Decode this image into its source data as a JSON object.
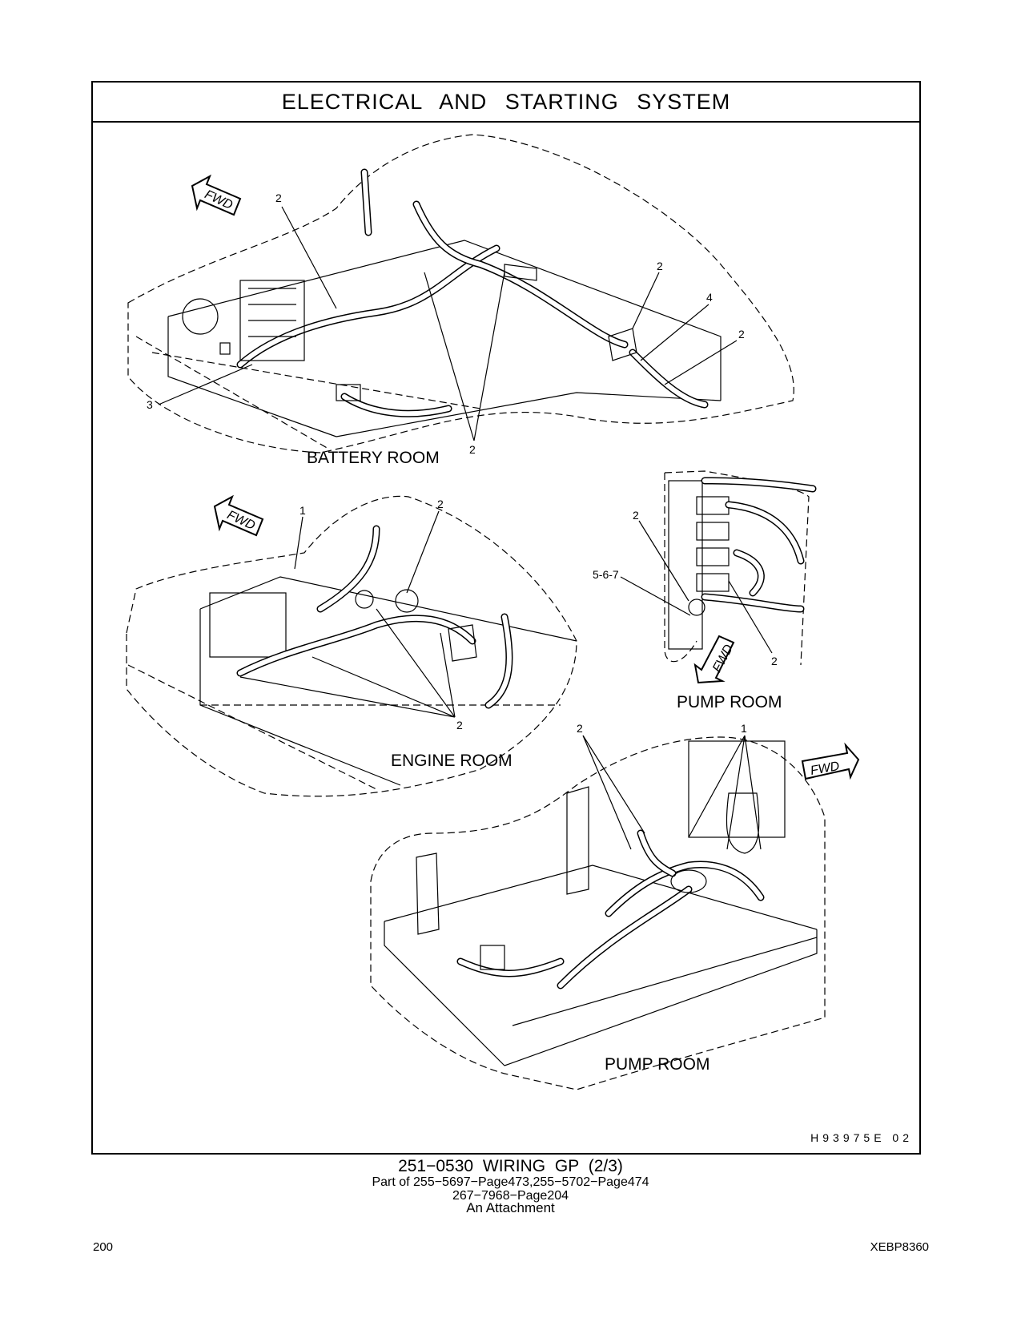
{
  "header": {
    "title": "ELECTRICAL   AND   STARTING   SYSTEM"
  },
  "views": {
    "battery_room": {
      "label": "BATTERY  ROOM",
      "fwd": "FWD",
      "callouts": [
        "2",
        "2",
        "4",
        "2",
        "3",
        "2"
      ]
    },
    "engine_room": {
      "label": "ENGINE  ROOM",
      "fwd": "FWD",
      "callouts": [
        "1",
        "2",
        "2"
      ]
    },
    "pump_room_upper": {
      "label": "PUMP  ROOM",
      "fwd": "FWD",
      "callouts": [
        "2",
        "5-6-7",
        "2"
      ]
    },
    "pump_room_lower": {
      "label": "PUMP  ROOM",
      "fwd": "FWD",
      "callouts": [
        "2",
        "1"
      ]
    }
  },
  "figure_code": "H93975E   02",
  "caption": {
    "main": "251−0530   WIRING  GP (2/3)",
    "line2": "Part of 255−5697−Page473,255−5702−Page474",
    "line3": "267−7968−Page204",
    "line4": "An Attachment"
  },
  "footer": {
    "page_number": "200",
    "doc_id": "XEBP8360"
  }
}
